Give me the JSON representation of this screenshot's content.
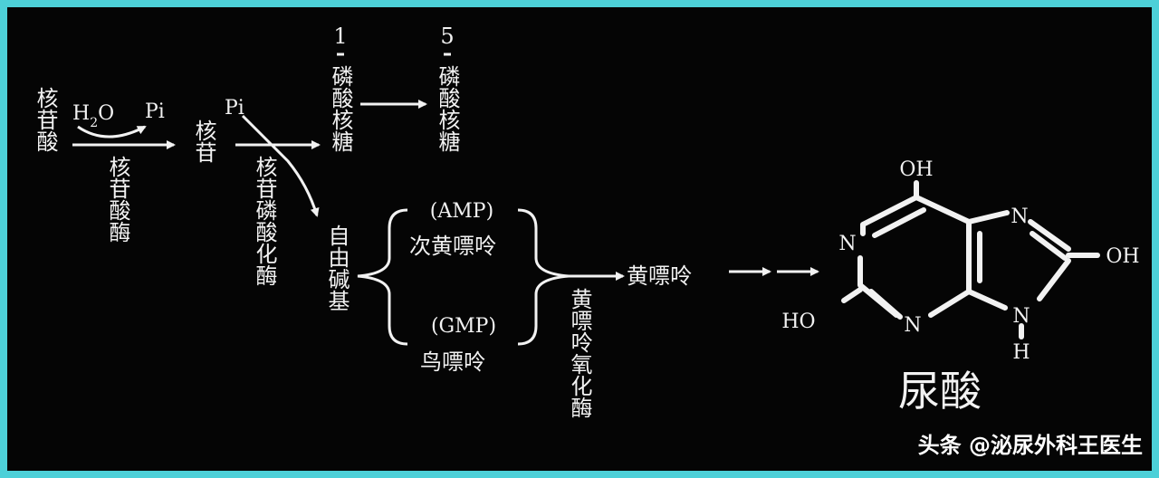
{
  "diagram": {
    "nucleotide": "核苷酸",
    "h2o": "H",
    "h2o_sub": "2",
    "h2o_o": "O",
    "pi1": "Pi",
    "nucleotidase": "核苷酸酶",
    "nucleoside": "核苷",
    "pi2": "Pi",
    "phosphorylase": "核苷磷酸化酶",
    "ribose1_num": "1",
    "ribose1": "磷酸核糖",
    "ribose5_num": "5",
    "ribose5": "磷酸核糖",
    "free_base": "自由碱基",
    "amp": "(AMP)",
    "hypoxanthine": "次黄嘌呤",
    "gmp": "(GMP)",
    "guanine": "鸟嘌呤",
    "xanthine_oxidase": "黄嘌呤氧化酶",
    "xanthine": "黄嘌呤",
    "uric_acid": "尿酸",
    "structure": {
      "oh_top": "OH",
      "n1": "N",
      "n3": "N",
      "n7": "N",
      "n9": "N",
      "h9": "H",
      "oh_right": "OH",
      "ho_left": "HO"
    }
  },
  "watermark": "头条 @泌尿外科王医生",
  "colors": {
    "border": "#4dd0d8",
    "background": "#050505",
    "foreground": "#f2f2f2"
  }
}
